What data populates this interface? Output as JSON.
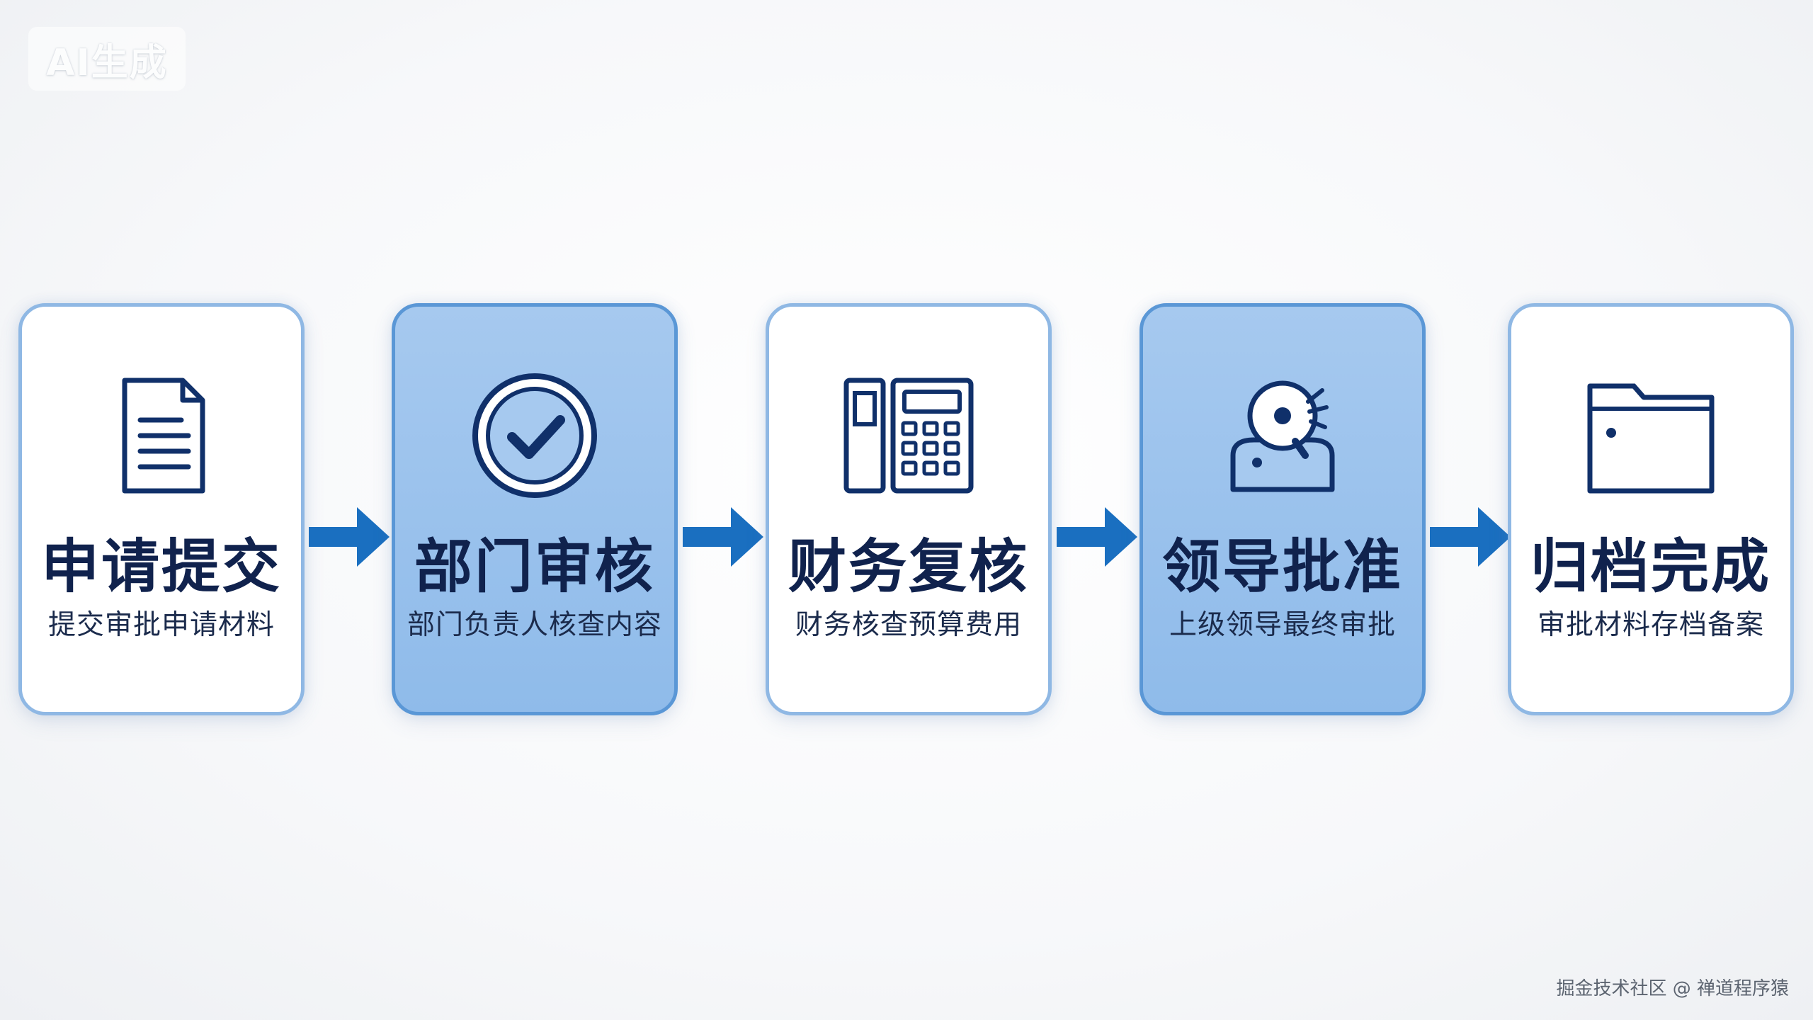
{
  "badge": {
    "label": "AI生成"
  },
  "steps": [
    {
      "title": "申请提交",
      "subtitle": "提交审批申请材料",
      "icon": "document-icon",
      "highlighted": false
    },
    {
      "title": "部门审核",
      "subtitle": "部门负责人核查内容",
      "icon": "check-circle-icon",
      "highlighted": true
    },
    {
      "title": "财务复核",
      "subtitle": "财务核查预算费用",
      "icon": "calculator-icon",
      "highlighted": false
    },
    {
      "title": "领导批准",
      "subtitle": "上级领导最终审批",
      "icon": "stamp-icon",
      "highlighted": true
    },
    {
      "title": "归档完成",
      "subtitle": "审批材料存档备案",
      "icon": "folder-icon",
      "highlighted": false
    }
  ],
  "arrows": [
    "arrow-right-icon",
    "arrow-right-icon",
    "arrow-right-icon",
    "arrow-right-icon"
  ],
  "colors": {
    "icon_stroke": "#10306a",
    "title_text": "#10224d",
    "arrow_fill": "#1a6fc0",
    "card_border": "#8fb8e4",
    "card_highlight": "#9bc3ed"
  },
  "watermark": {
    "text": "掘金技术社区 @ 禅道程序猿"
  }
}
